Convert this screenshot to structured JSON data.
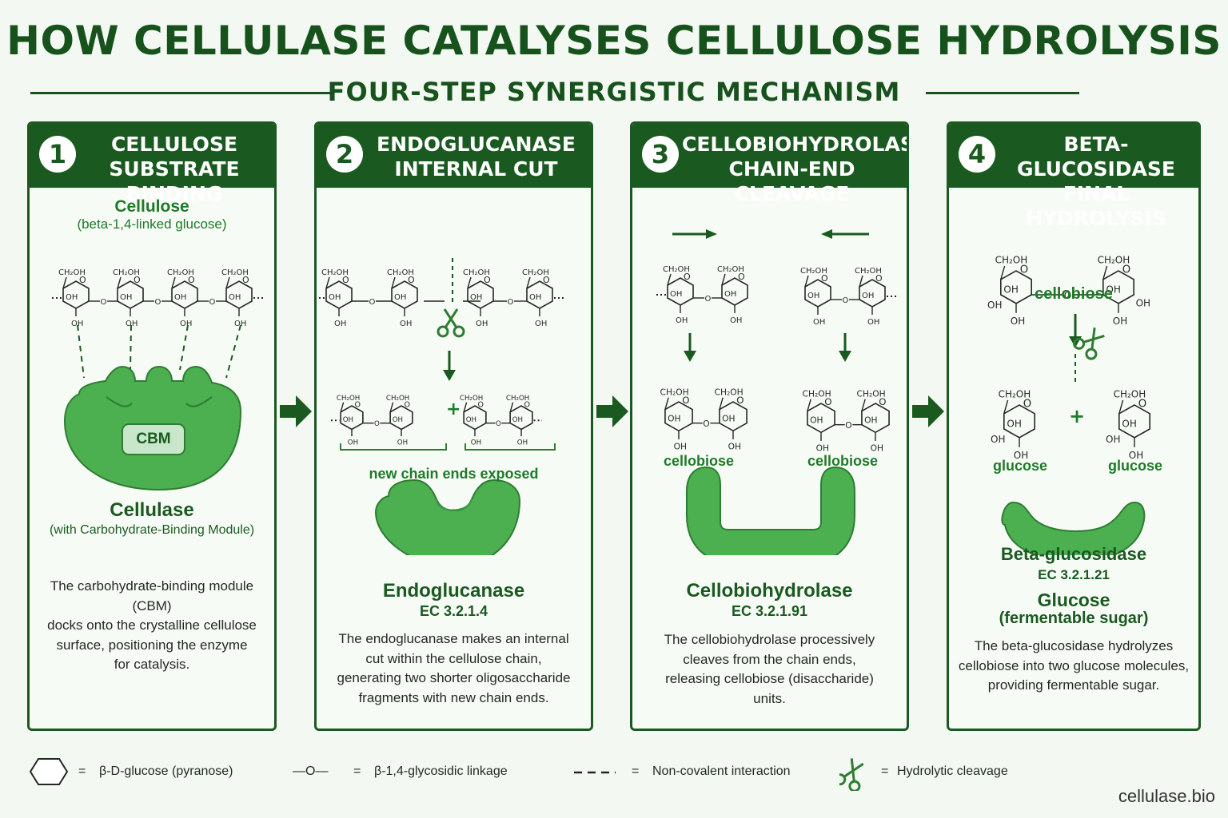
{
  "title": "HOW CELLULASE CATALYSES CELLULOSE HYDROLYSIS",
  "subtitle": "FOUR-STEP SYNERGISTIC MECHANISM",
  "colors": {
    "dark_green": "#1a5a20",
    "enzyme_green": "#4caf50",
    "label_green": "#1f7a2a",
    "background": "#f3f8f2"
  },
  "chem": {
    "ch2oh": "CH₂OH",
    "oh": "OH",
    "o": "O",
    "plus": "+"
  },
  "panels": [
    {
      "number": "1",
      "title_line1": "CELLULOSE",
      "title_line2": "SUBSTRATE BINDING",
      "substrate_name": "Cellulose",
      "substrate_note": "(beta-1,4-linked glucose)",
      "module_label": "CBM",
      "enzyme_name": "Cellulase",
      "enzyme_note": "(with Carbohydrate-Binding Module)",
      "description": [
        "The carbohydrate-binding module (CBM)",
        "docks onto the crystalline cellulose",
        "surface, positioning the enzyme",
        "for catalysis."
      ]
    },
    {
      "number": "2",
      "title_line1": "ENDOGLUCANASE",
      "title_line2": "INTERNAL CUT",
      "fragments_label": "new chain ends exposed",
      "enzyme_name": "Endoglucanase",
      "ec_number": "EC 3.2.1.4",
      "description": [
        "The endoglucanase makes an internal",
        "cut within the cellulose chain,",
        "generating two shorter oligosaccharide",
        "fragments with new chain ends."
      ]
    },
    {
      "number": "3",
      "title_line1": "CELLOBIOHYDROLASE",
      "title_line2": "CHAIN-END CLEAVAGE",
      "product_label_left": "cellobiose",
      "product_label_right": "cellobiose",
      "enzyme_name": "Cellobiohydrolase",
      "ec_number": "EC 3.2.1.91",
      "description": [
        "The cellobiohydrolase processively",
        "cleaves from the chain ends,",
        "releasing cellobiose (disaccharide)",
        "units."
      ]
    },
    {
      "number": "4",
      "title_line1": "BETA-GLUCOSIDASE",
      "title_line2": "FINAL HYDROLYSIS",
      "substrate_label": "cellobiose",
      "product_label_left": "glucose",
      "product_label_right": "glucose",
      "enzyme_name": "Beta-glucosidase",
      "ec_number": "EC 3.2.1.21",
      "product_name": "Glucose",
      "product_note": "(fermentable sugar)",
      "description": [
        "The beta-glucosidase hydrolyzes",
        "cellobiose into two glucose molecules,",
        "providing fermentable sugar."
      ]
    }
  ],
  "legend": [
    {
      "icon": "hexagon-icon",
      "symbol": "=",
      "text": "β-D-glucose (pyranose)"
    },
    {
      "icon": "linkage-icon",
      "glyph": "—O—",
      "symbol": "=",
      "text": "β-1,4-glycosidic linkage"
    },
    {
      "icon": "dashed-line-icon",
      "symbol": "=",
      "text": "Non-covalent  interaction"
    },
    {
      "icon": "scissors-icon",
      "symbol": "=",
      "text": "Hydrolytic cleavage"
    }
  ],
  "footer": "cellulase.bio"
}
